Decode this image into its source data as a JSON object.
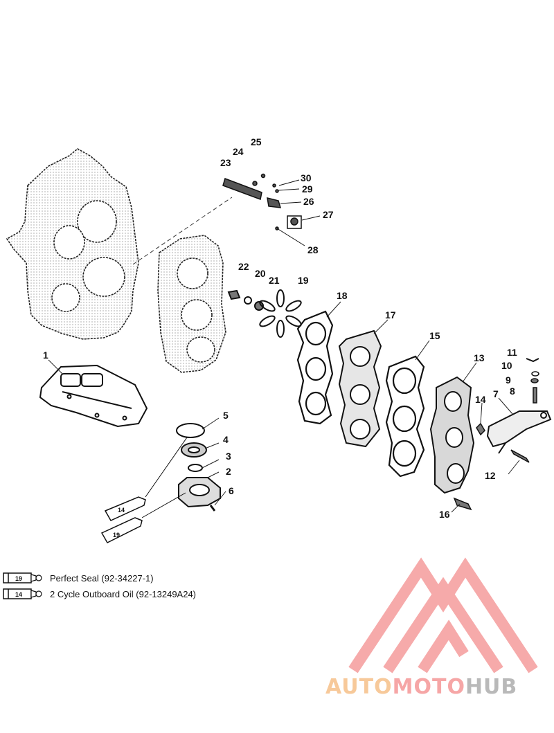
{
  "diagram": {
    "part_labels": [
      "1",
      "2",
      "3",
      "4",
      "5",
      "6",
      "7",
      "8",
      "9",
      "10",
      "11",
      "12",
      "13",
      "14",
      "15",
      "16",
      "17",
      "18",
      "19",
      "20",
      "21",
      "22",
      "23",
      "24",
      "25",
      "26",
      "27",
      "28",
      "29",
      "30"
    ]
  },
  "legend": {
    "items": [
      {
        "code": "19",
        "text": "Perfect Seal (92-34227-1)"
      },
      {
        "code": "14",
        "text": "2 Cycle Outboard Oil (92-13249A24)"
      }
    ]
  },
  "tube_callouts": [
    "14",
    "19"
  ],
  "watermark": {
    "part1": "AUTO",
    "part2": "MOTO",
    "part3": "HUB",
    "colors": {
      "auto": "#f7c99a",
      "moto": "#f6a6a6",
      "hub": "#b9b9b9",
      "triangle": "#f6a6a6"
    }
  }
}
